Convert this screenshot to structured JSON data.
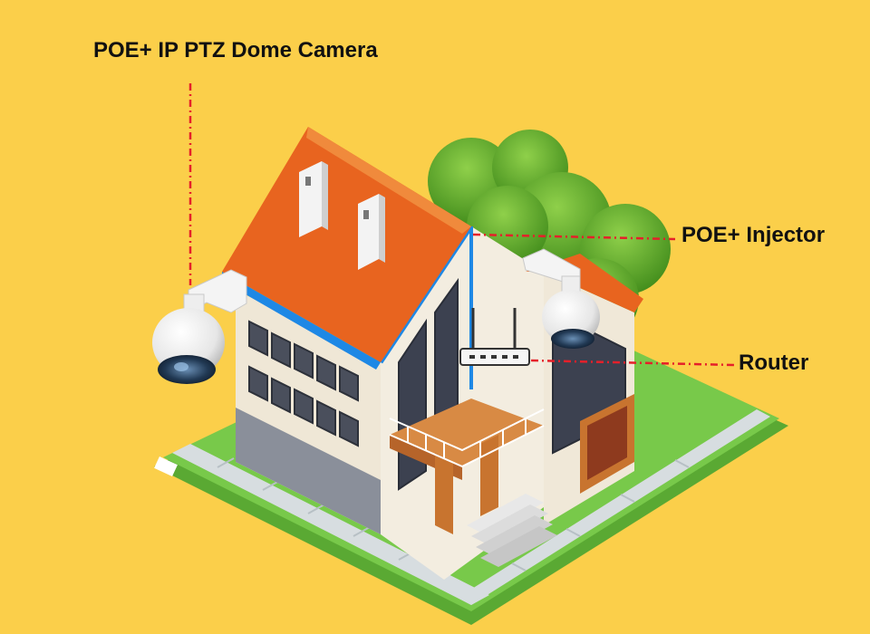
{
  "labels": {
    "camera": "POE+ IP PTZ Dome Camera",
    "injector": "POE+ Injector",
    "router": "Router"
  },
  "colors": {
    "background": "#fbcf4a",
    "leader_line": "#e5202a",
    "roof": "#e8641f",
    "wall": "#efe7d6",
    "trim_blue": "#1e88e5",
    "grass": "#67bf3a",
    "tree": "#4c9a1f",
    "wood": "#c8742f"
  },
  "icons": {
    "camera": "ptz-dome-camera-icon",
    "router": "router-icon",
    "house": "house-illustration"
  }
}
